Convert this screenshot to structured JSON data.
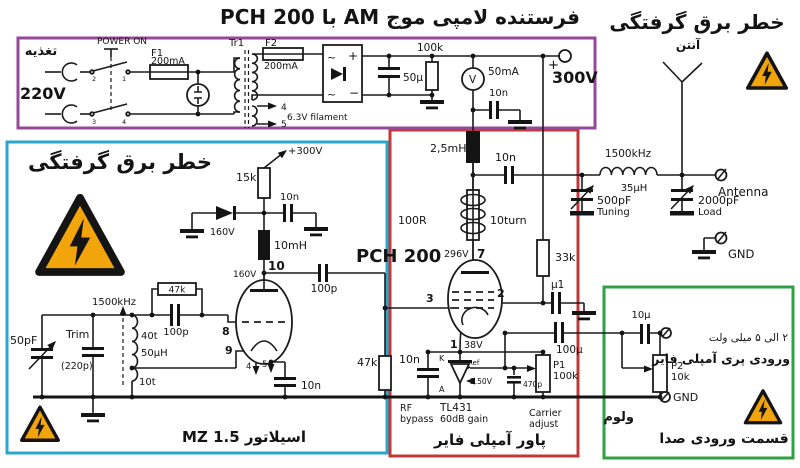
{
  "title": "فرستنده لامپی موج AM با PCH 200",
  "warning_text": "خطر برق گرفتگی",
  "tube_name": "PCH 200",
  "colors": {
    "psu_box": "#96489b",
    "osc_box": "#2ba7cd",
    "pa_box": "#c23737",
    "audio_box": "#2fa043",
    "warning_red": "#e11818",
    "magenta": "#c44fae",
    "osc_caption_color": "#1ea8d2",
    "audio_caption_color": "#2f9e3f",
    "triangle_yellow": "#f2a50a"
  },
  "psu": {
    "caption": "تغذیه",
    "mains": "220V",
    "switch_label": "POWER ON",
    "sw_p2": "2",
    "sw_p1": "1",
    "sw_p3": "3",
    "sw_p4": "4",
    "f1": "F1",
    "f1_rating": "200mA",
    "tr": "Tr1",
    "f2": "F2",
    "f2_rating": "200mA",
    "br_ac1": "~",
    "br_plus": "+",
    "br_ac2": "~",
    "br_minus": "−",
    "cap50": "50µ",
    "res100k": "100k",
    "meter": "V",
    "meter_rating": "50mA",
    "cap10n": "10n",
    "out_plus": "+",
    "out_v": "300V",
    "fil4": "4",
    "fil5": "5",
    "fil_label": "6.3V filament"
  },
  "osc": {
    "caption": "اسیلاتور 1.5 MZ",
    "supply": "+300V",
    "r15k": "15k",
    "diode_v": "160V",
    "c10n_top": "10n",
    "choke": "10mH",
    "pin10": "10",
    "plate_v": "160V",
    "c_couple": "100p",
    "r_grid": "47k",
    "c_grid": "100p",
    "freq": "1500kHz",
    "c_var": "50pF",
    "trim": "Trim",
    "trim_v": "(220p)",
    "coil_t1": "40t",
    "coil_l": "50µH",
    "coil_t2": "10t",
    "c_cath": "10n",
    "pin8": "8",
    "pin9": "9",
    "pin4": "4",
    "pin5": "5"
  },
  "pa": {
    "caption": "پاور آمپلی فایر",
    "choke": "2,5mH",
    "c_couple": "10n",
    "r_supp": "100R",
    "supp_turns": "10turn",
    "plate_v": "296V",
    "pin7": "7",
    "pin3": "3",
    "pin2": "2",
    "pin1": "1",
    "cath_v": "38V",
    "r_screen": "33k",
    "c_screen": "µ1",
    "c_audio": "100µ",
    "c_bypass": "10n",
    "bypass_l1": "RF",
    "bypass_l2": "bypass",
    "reg": "TL431",
    "reg_gain": "60dB gain",
    "reg_k": "K",
    "reg_a": "A",
    "reg_ref": "Ref",
    "ref_v": "2.50V",
    "c_ref": "470p",
    "pot": "P1",
    "pot_v": "100k",
    "adj1": "Carrier",
    "adj2": "adjust",
    "r47k": "47k"
  },
  "ant": {
    "label": "آنتن",
    "freq": "1500kHz",
    "coil": "35µH",
    "tune": "500pF",
    "tune_l": "Tuning",
    "load": "2000pF",
    "load_l": "Load",
    "terminal": "Antenna",
    "gnd": "GND"
  },
  "audio": {
    "caption": "قسمت ورودی صدا",
    "cap10u": "10µ",
    "level": "۲ الی ۵ میلی ولت",
    "input_label": "ورودی پری آمپلی فایر",
    "pot": "P2",
    "pot_v": "10k",
    "gnd": "GND",
    "volume": "ولوم"
  }
}
